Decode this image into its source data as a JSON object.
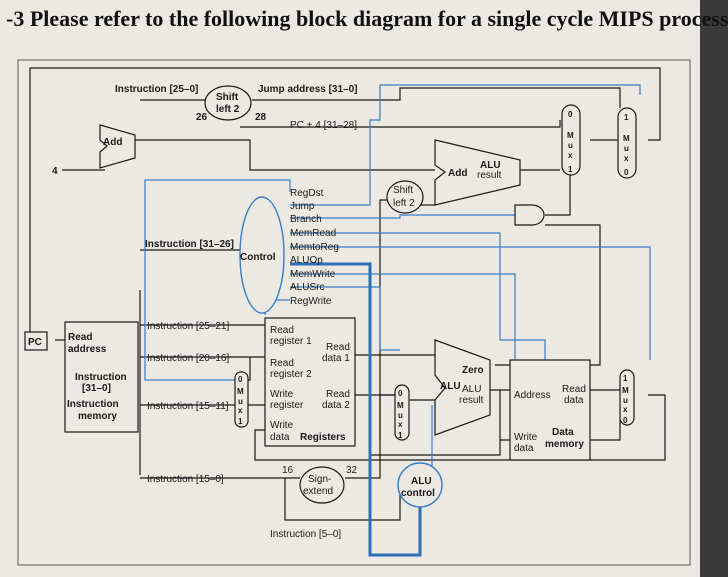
{
  "question": "-3 Please refer to the following block diagram for a single cycle MIPS process",
  "labels": {
    "instr_25_0": "Instruction [25–0]",
    "shift": "Shift",
    "left2": "left 2",
    "n26": "26",
    "n28": "28",
    "jump_address": "Jump address [31–0]",
    "pc4": "PC + 4 [31–28]",
    "add": "Add",
    "four": "4",
    "alu": "ALU",
    "result": "result",
    "instr_31_26": "Instruction [31–26]",
    "control": "Control",
    "pc": "PC",
    "read_address": "Read",
    "read_address2": "address",
    "instruction": "Instruction",
    "bits_31_0": "[31–0]",
    "instruction_memory": "Instruction",
    "memory": "memory",
    "instr_25_21": "Instruction [25–21]",
    "instr_20_16": "Instruction [20–16]",
    "instr_15_11": "Instruction [15–11]",
    "instr_15_0": "Instruction [15–0]",
    "instr_5_0": "Instruction [5–0]",
    "read_register1": "Read",
    "register1": "register 1",
    "read_data1": "Read",
    "data1": "data 1",
    "read_register2": "Read",
    "register2": "register 2",
    "write_register": "Write",
    "register_w": "register",
    "read_data2": "Read",
    "data2": "data 2",
    "write_data": "Write",
    "data_registers": "data",
    "registers": "Registers",
    "zero": "Zero",
    "alu_result": "result",
    "address": "Address",
    "read_data_mem": "Read",
    "data_mem": "data",
    "write_data_mem": "Write",
    "data_mem2": "data",
    "data_memory": "Data",
    "memory2": "memory",
    "n16": "16",
    "n32": "32",
    "sign": "Sign-",
    "extend": "extend",
    "alu_control1": "ALU",
    "alu_control2": "control",
    "mux0": "0",
    "mux1": "1"
  },
  "control_signals": [
    "RegDst",
    "Jump",
    "Branch",
    "MemRead",
    "MemtoReg",
    "ALUOp",
    "MemWrite",
    "ALUSrc",
    "RegWrite"
  ],
  "mux_letters": [
    "M",
    "u",
    "x"
  ]
}
